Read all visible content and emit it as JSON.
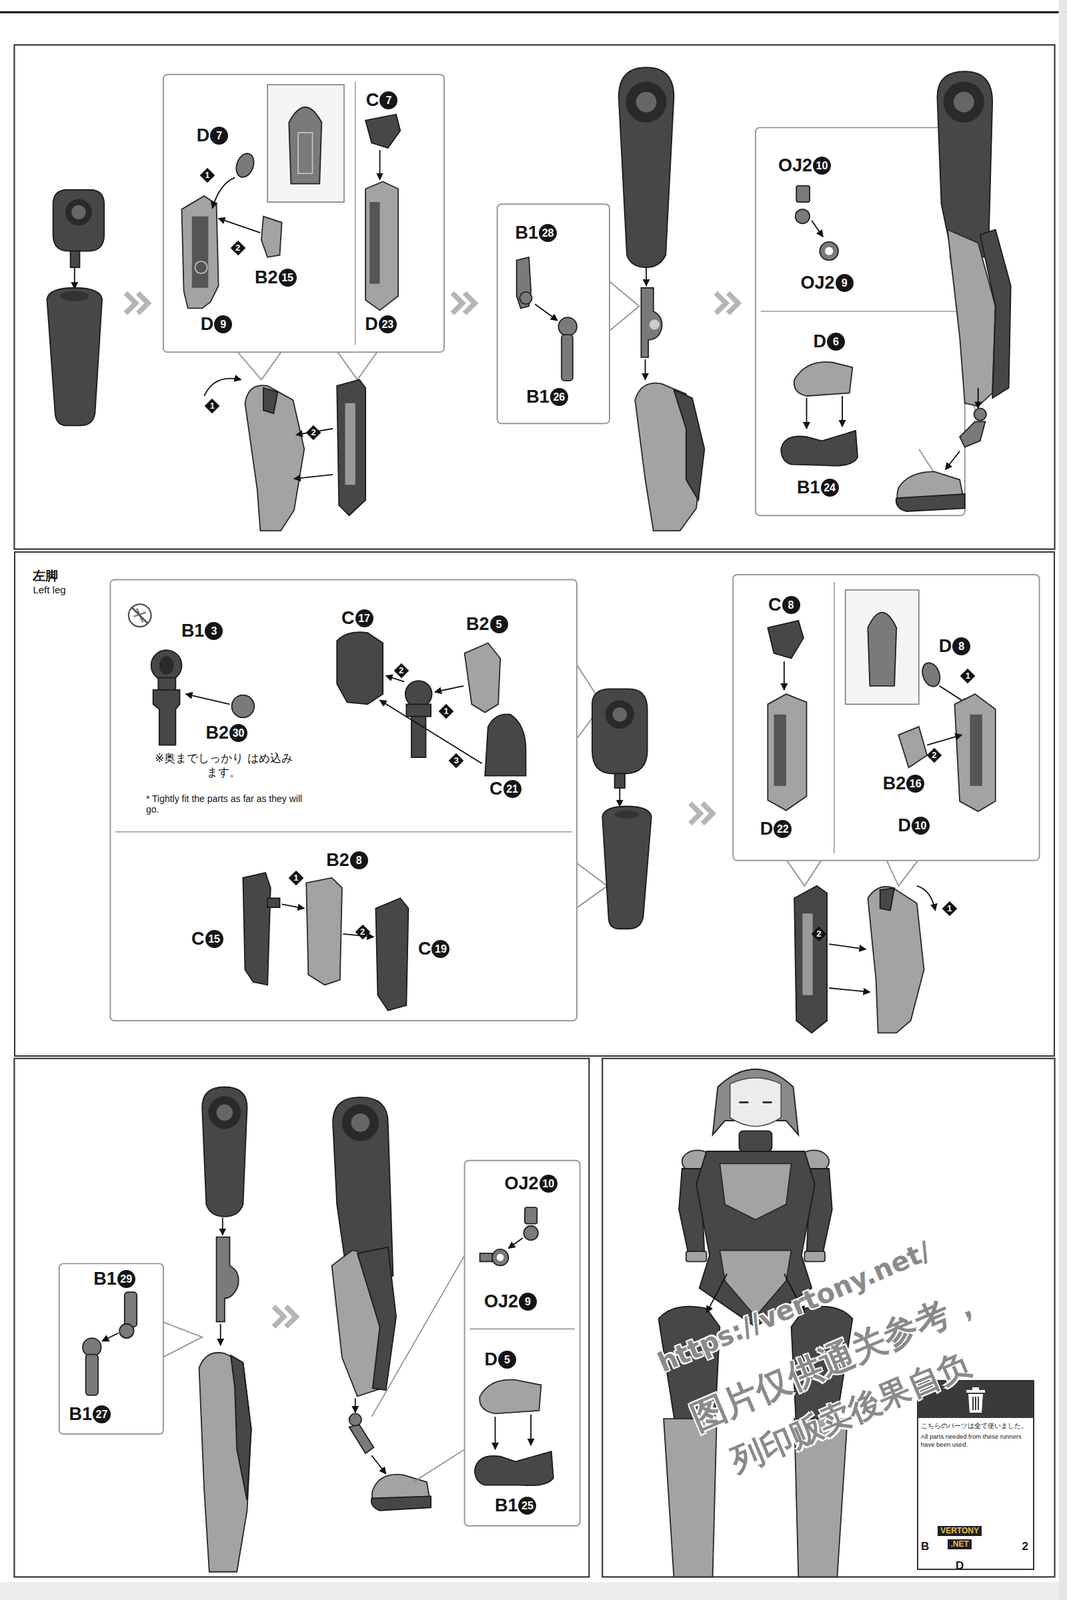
{
  "diagram": {
    "nodes": [
      {
        "text": [
          "左脚",
          "Left leg"
        ]
      },
      {
        "text": [
          "こちらのパーツは全て使いました。",
          "All parts needed from these runners have been used."
        ]
      }
    ],
    "labels": [
      "D",
      "7",
      "B2",
      "15",
      "D",
      "9",
      "C",
      "7",
      "D",
      "23",
      "B1",
      "28",
      "B1",
      "26",
      "OJ2",
      "10",
      "OJ2",
      "9",
      "D",
      "6",
      "B1",
      "24",
      "B1",
      "3",
      "B2",
      "30",
      "C",
      "17",
      "B2",
      "5",
      "C",
      "21",
      "B2",
      "8",
      "C",
      "15",
      "C",
      "19",
      "C",
      "8",
      "D",
      "8",
      "B2",
      "16",
      "D",
      "22",
      "D",
      "10",
      "B1",
      "29",
      "B1",
      "27",
      "OJ2",
      "10",
      "OJ2",
      "9",
      "D",
      "5",
      "B1",
      "25",
      "1",
      "2",
      "1",
      "2",
      "2",
      "1",
      "3",
      "1",
      "2",
      "1",
      "2",
      "2",
      "1",
      "※奥までしっかり はめ込みます。",
      "* Tightly fit the parts as far as they will go.",
      "https://vertony.net/",
      "图片仅供通关参考，",
      "列印贩卖後果自负",
      "VERTONY",
      ".NET",
      "B",
      "2",
      "D"
    ]
  }
}
